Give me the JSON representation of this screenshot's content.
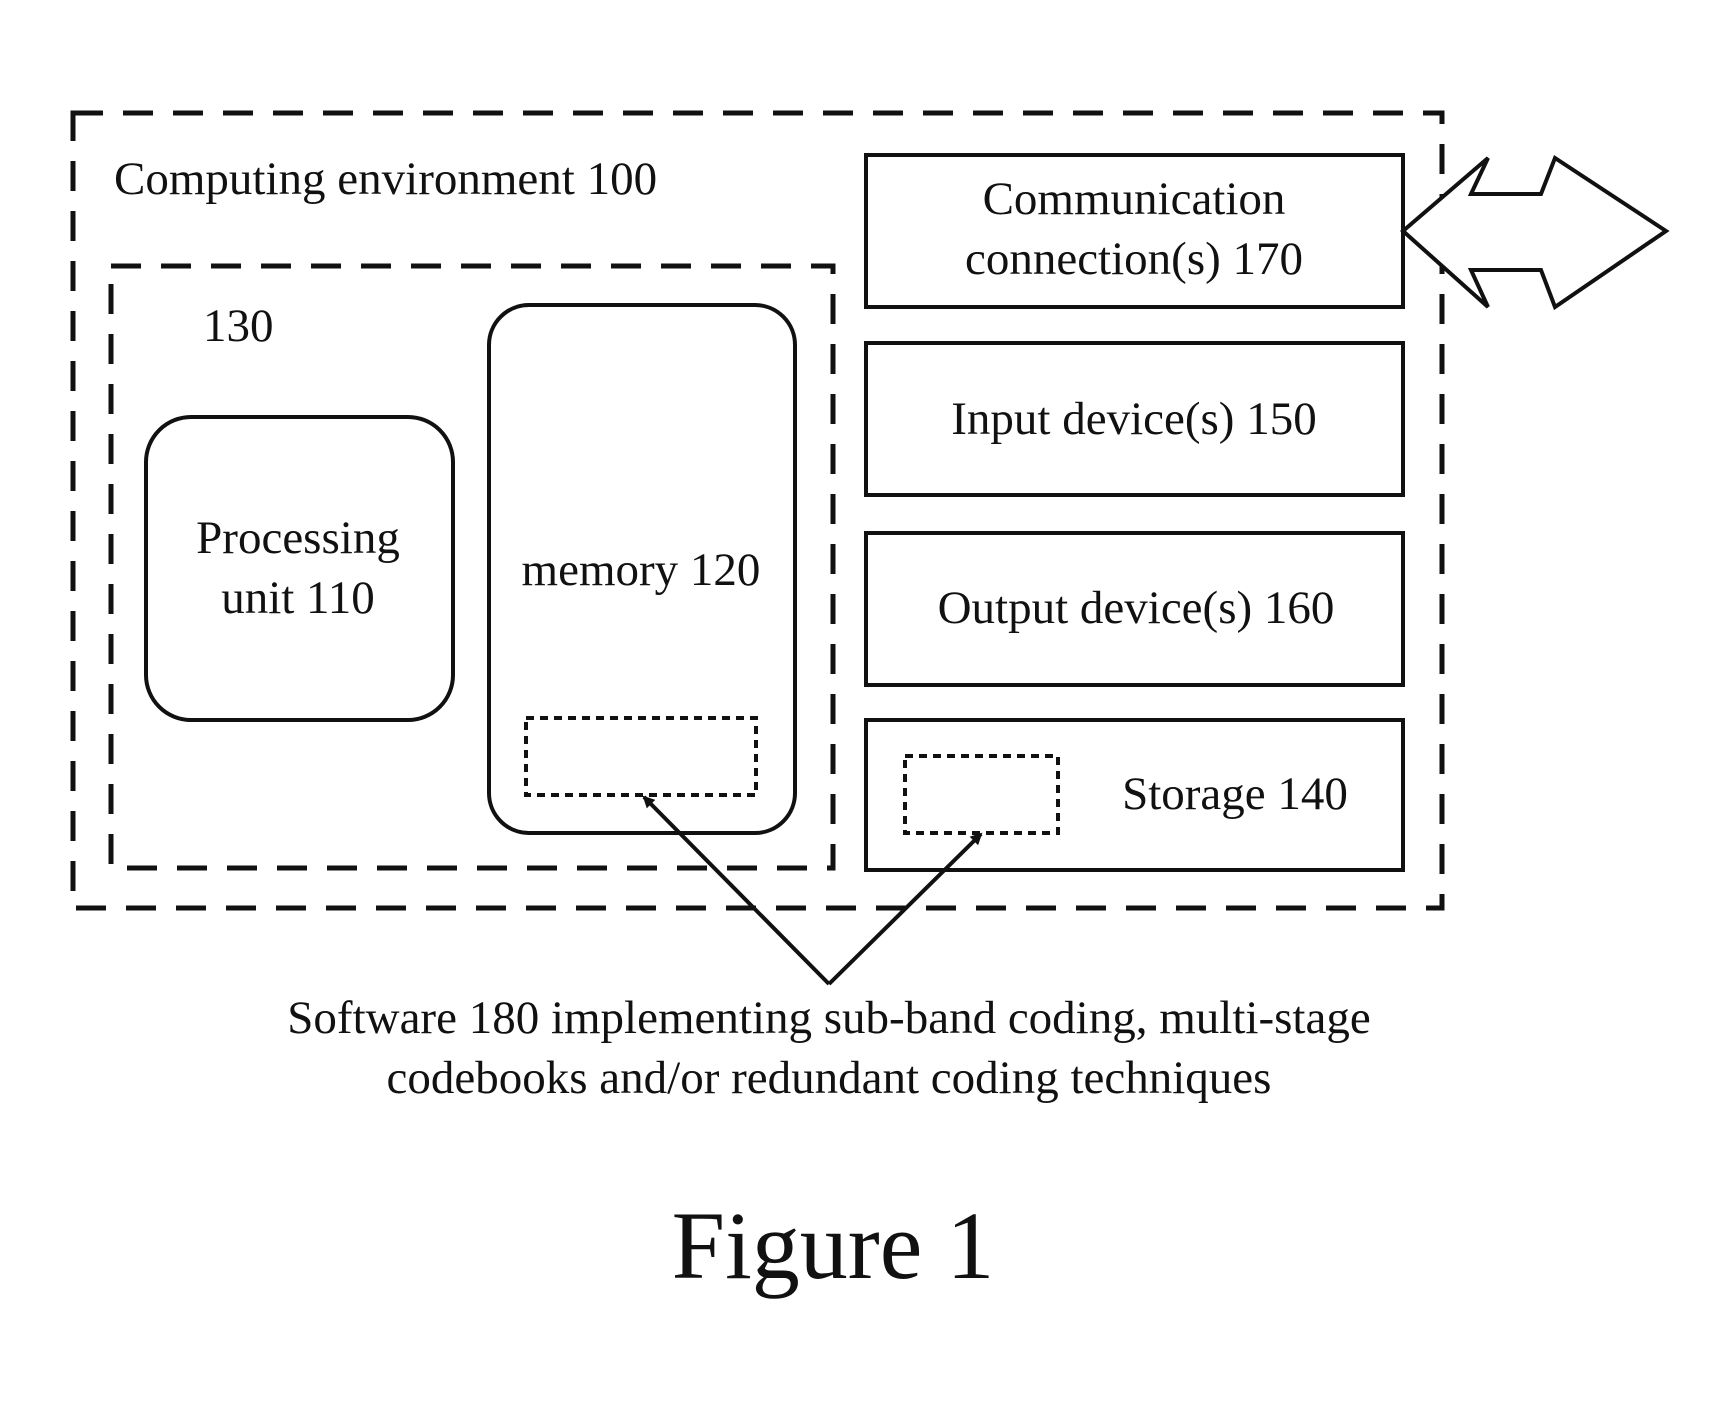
{
  "environment": {
    "label": "Computing environment 100"
  },
  "core_group": {
    "label": "130"
  },
  "processing_unit": {
    "line1": "Processing",
    "line2": "unit 110"
  },
  "memory": {
    "label": "memory 120"
  },
  "communication": {
    "line1": "Communication",
    "line2": "connection(s) 170"
  },
  "input_device": {
    "label": "Input device(s) 150"
  },
  "output_device": {
    "label": "Output device(s) 160"
  },
  "storage": {
    "label": "Storage 140"
  },
  "software": {
    "line1": "Software 180 implementing sub-band coding, multi-stage",
    "line2": "codebooks and/or redundant coding techniques"
  },
  "figure": {
    "title": "Figure 1"
  },
  "colors": {
    "ink": "#111111",
    "paper": "#ffffff"
  }
}
